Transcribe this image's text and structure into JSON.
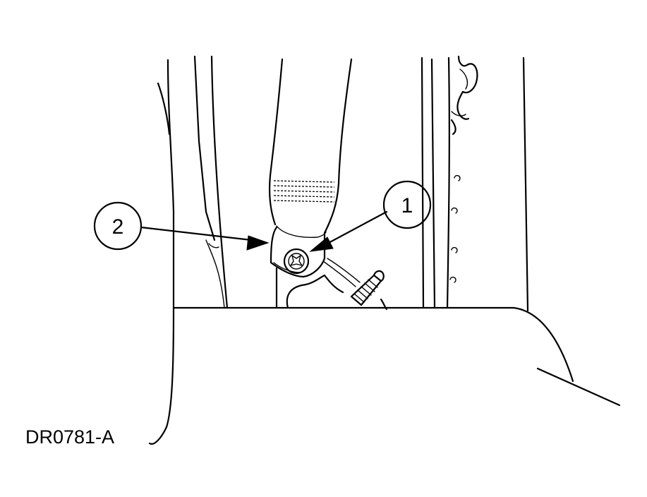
{
  "figure": {
    "id_label": "DR0781-A",
    "callouts": [
      {
        "number": "1",
        "points_to": "bolt"
      },
      {
        "number": "2",
        "points_to": "seat-belt-anchor"
      }
    ]
  }
}
